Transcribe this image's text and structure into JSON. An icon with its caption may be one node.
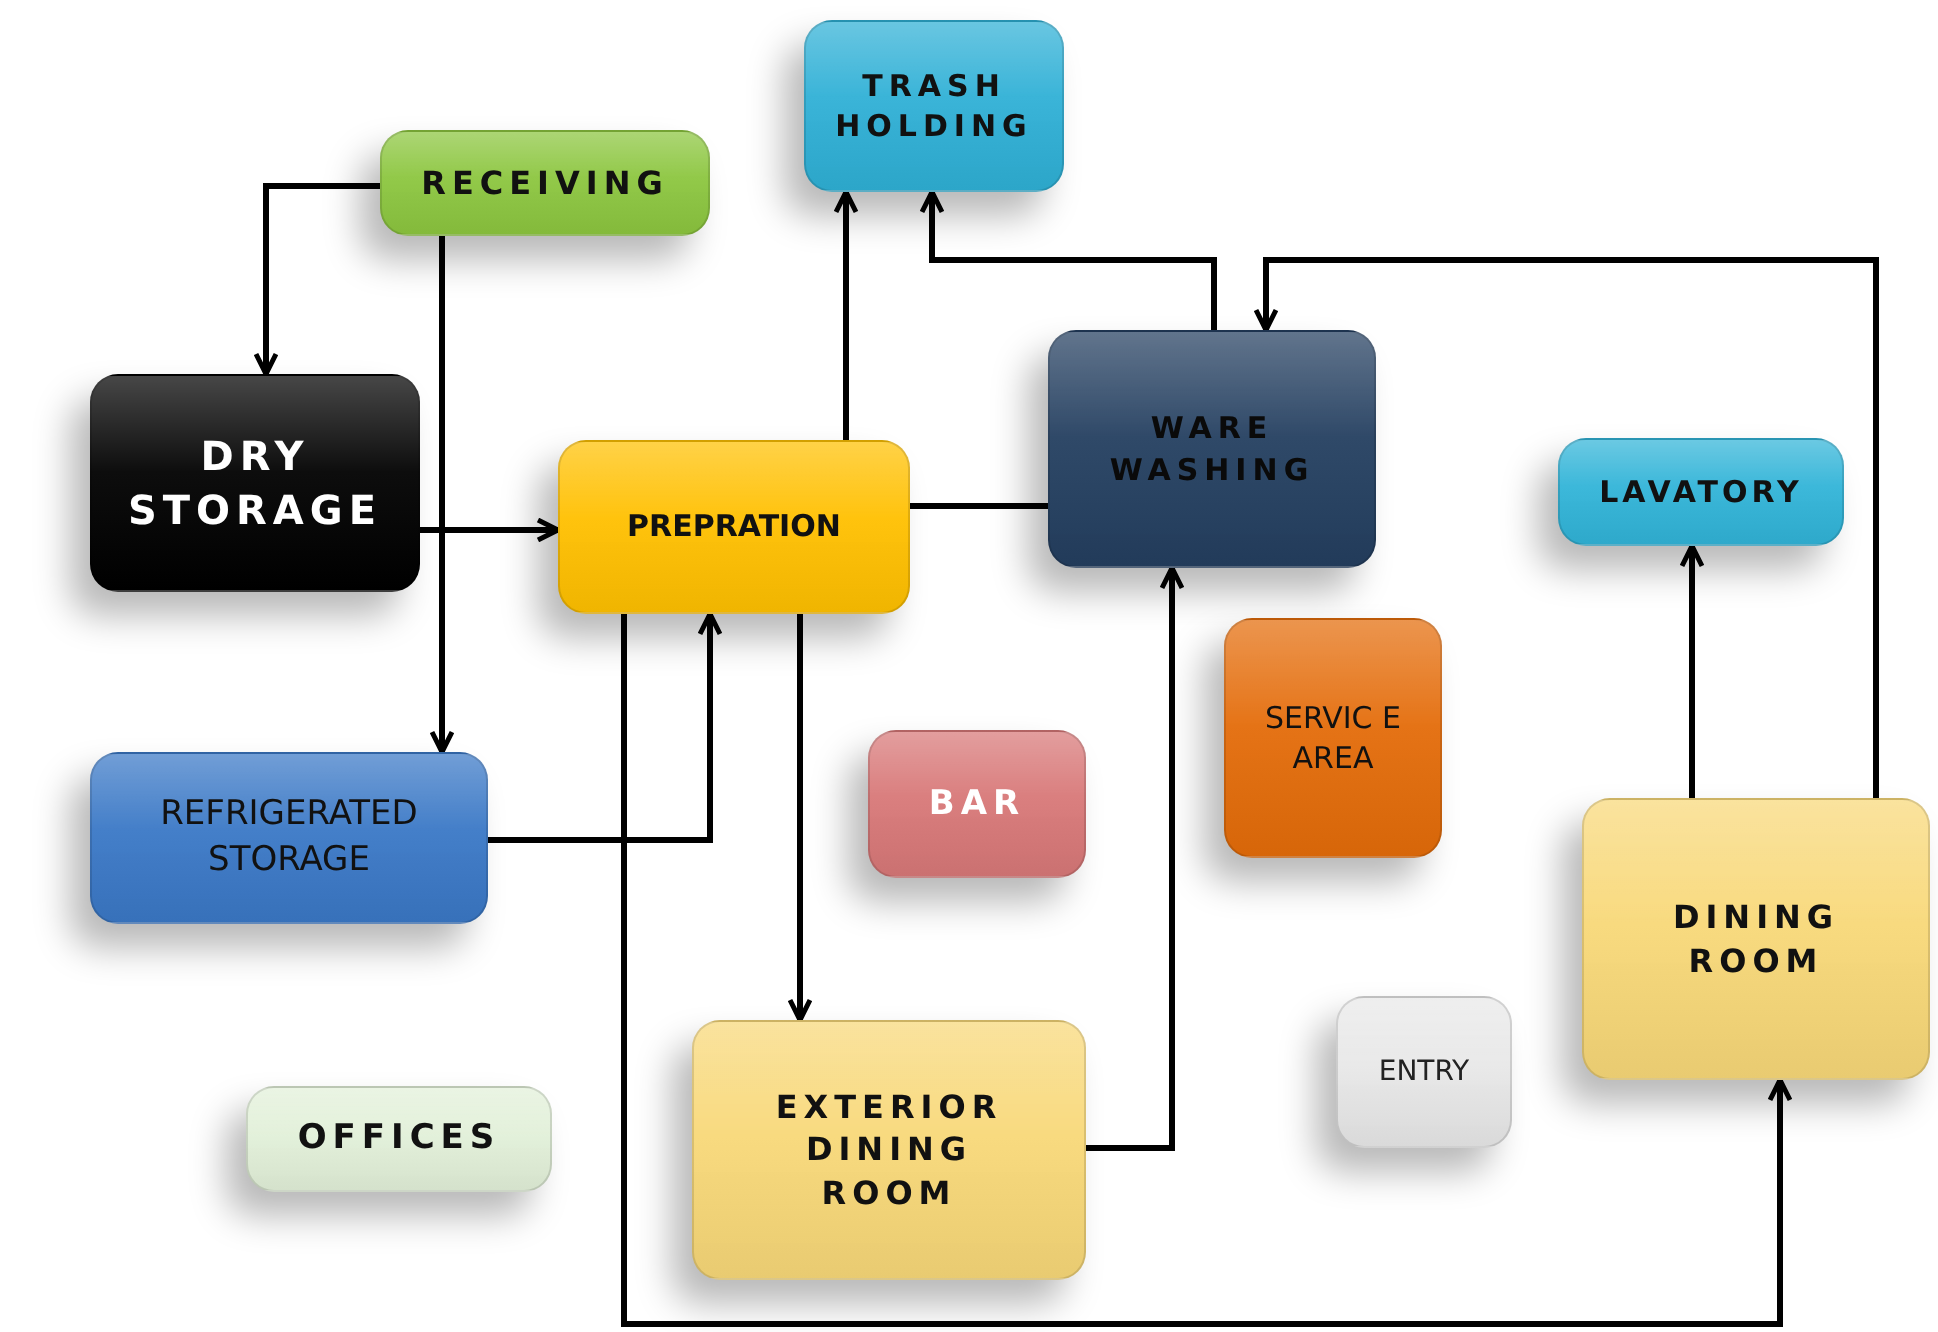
{
  "diagram": {
    "nodes": [
      {
        "text": [
          "TRASH HOLDING"
        ]
      },
      {
        "text": [
          "RECEIVING"
        ]
      },
      {
        "text": [
          "WARE WASHING"
        ]
      },
      {
        "text": [
          "DRY STORAGE"
        ]
      },
      {
        "text": [
          "PREPRATION"
        ]
      },
      {
        "text": [
          "LAVATORY"
        ]
      },
      {
        "text": [
          "SERVIC E AREA"
        ]
      },
      {
        "text": [
          "REFRIGERATED STORAGE"
        ]
      },
      {
        "text": [
          "BAR"
        ]
      },
      {
        "text": [
          "DINING ROOM"
        ]
      },
      {
        "text": [
          "ENTRY"
        ]
      },
      {
        "text": [
          "EXTERIOR DINING ROOM"
        ]
      },
      {
        "text": [
          "OFFICES"
        ]
      }
    ],
    "edges": [
      {
        "from": 1,
        "to": 3,
        "arrow": "to"
      },
      {
        "from": 1,
        "to": 7,
        "arrow": "to"
      },
      {
        "from": 3,
        "to": 4,
        "arrow": "to"
      },
      {
        "from": 7,
        "to": 4,
        "arrow": "to"
      },
      {
        "from": 4,
        "to": 0,
        "arrow": "to"
      },
      {
        "from": 2,
        "to": 0,
        "arrow": "to"
      },
      {
        "from": 4,
        "to": 2,
        "arrow": "none"
      },
      {
        "from": 4,
        "to": 11,
        "arrow": "to"
      },
      {
        "from": 11,
        "to": 2,
        "arrow": "to"
      },
      {
        "from": 4,
        "to": 9,
        "arrow": "to"
      },
      {
        "from": 9,
        "to": 5,
        "arrow": "to"
      },
      {
        "from": 9,
        "to": 2,
        "arrow": "to"
      }
    ]
  }
}
